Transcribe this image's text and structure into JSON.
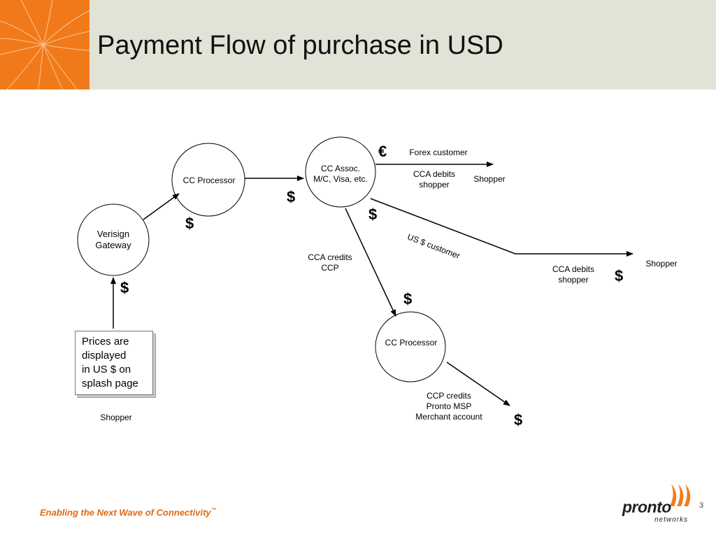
{
  "header": {
    "title": "Payment Flow of purchase in USD"
  },
  "nodes": {
    "verisign": {
      "label_line1": "Verisign",
      "label_line2": "Gateway"
    },
    "cc_processor_top": {
      "label": "CC Processor"
    },
    "cc_assoc": {
      "label_line1": "CC Assoc.",
      "label_line2": "M/C, Visa, etc."
    },
    "cc_processor_bottom": {
      "label": "CC Processor"
    }
  },
  "symbols": {
    "euro": "€",
    "dollar": "$"
  },
  "labels": {
    "forex_customer": "Forex customer",
    "cca_debits_shopper_top_line1": "CCA debits",
    "cca_debits_shopper_top_line2": "shopper",
    "shopper_top": "Shopper",
    "us_customer": "US $ customer",
    "cca_credits_ccp_line1": "CCA credits",
    "cca_credits_ccp_line2": "CCP",
    "cca_debits_shopper_right_line1": "CCA debits",
    "cca_debits_shopper_right_line2": "shopper",
    "shopper_right": "Shopper",
    "ccp_credits_line1": "CCP credits",
    "ccp_credits_line2": "Pronto MSP",
    "ccp_credits_line3": "Merchant account",
    "shopper_bottom": "Shopper"
  },
  "note": {
    "line1": "Prices are",
    "line2": "displayed",
    "line3": "in US $ on",
    "line4": "splash page"
  },
  "footer": {
    "tagline": "Enabling the Next Wave of Connectivity",
    "trademark": "™",
    "page_number": "3",
    "logo_text": "pronto",
    "logo_subtext": "networks"
  },
  "colors": {
    "accent_orange": "#f07a1a",
    "header_bg": "#e3e2d6",
    "footer_text": "#e06a10"
  }
}
